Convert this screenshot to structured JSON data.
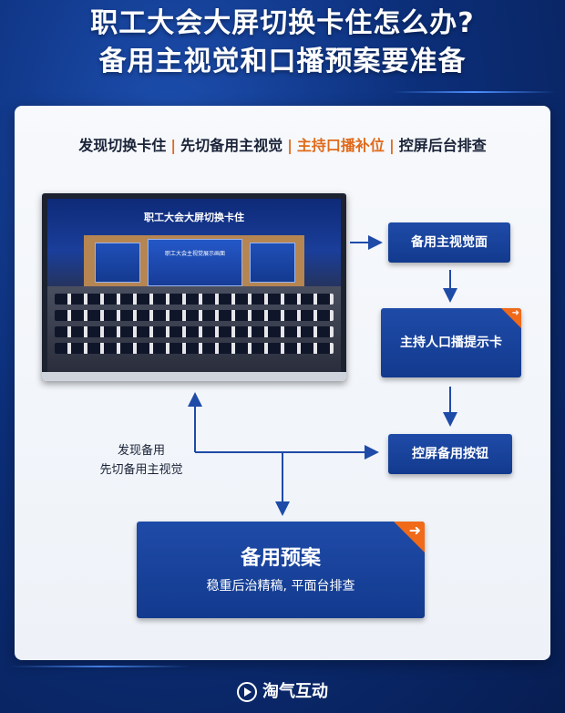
{
  "title": {
    "line1": "职工大会大屏切换卡住怎么办?",
    "line2": "备用主视觉和口播预案要准备"
  },
  "steps": {
    "s1": "发现切换卡住",
    "s2": "先切备用主视觉",
    "s3": "主持口播补位",
    "s4": "控屏后台排查",
    "separator": "|"
  },
  "screen": {
    "title": "职工大会大屏切换卡住",
    "stage_text": "职工大会主视觉展示画面"
  },
  "boxes": {
    "backup_visual": "备用主视觉面",
    "host_card": "主持人口播提示卡",
    "control_button": "控屏备用按钮"
  },
  "note": {
    "line1": "发现备用",
    "line2": "先切备用主视觉"
  },
  "plan": {
    "title": "备用预案",
    "subtitle": "稳重后治精稿, 平面台排查",
    "corner_icon": "arrow-right-icon"
  },
  "brand": {
    "name": "淘气互动"
  },
  "colors": {
    "accent": "#f06a1a",
    "box": "#1f4ba8",
    "arrow": "#1f4ba8"
  }
}
